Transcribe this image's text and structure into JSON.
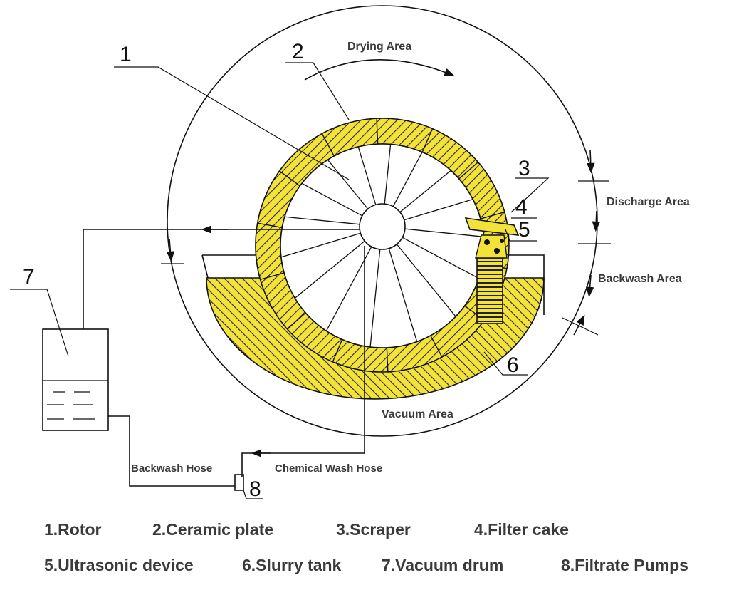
{
  "areas": {
    "drying": "Drying Area",
    "discharge": "Discharge Area",
    "backwash": "Backwash Area",
    "vacuum": "Vacuum Area"
  },
  "hoses": {
    "backwash": "Backwash Hose",
    "chemical": "Chemical Wash Hose"
  },
  "numbers": [
    "1",
    "2",
    "3",
    "4",
    "5",
    "6",
    "7",
    "8"
  ],
  "legend": [
    "1.Rotor",
    "2.Ceramic plate",
    "3.Scraper",
    "4.Filter cake",
    "5.Ultrasonic device",
    "6.Slurry tank",
    "7.Vacuum drum",
    "8.Filtrate Pumps"
  ],
  "colors": {
    "fill": "#f3e23a",
    "line": "#111111",
    "text": "#3a3a3a"
  }
}
